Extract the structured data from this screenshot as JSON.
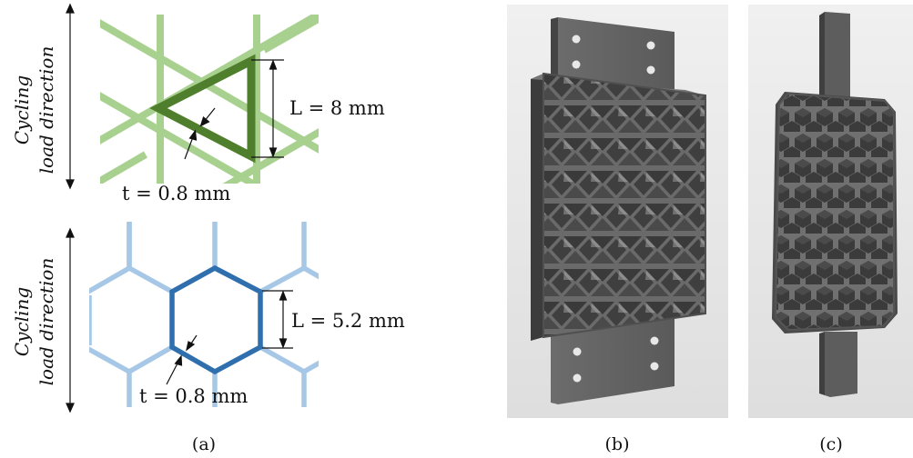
{
  "panel_a": {
    "caption": "(a)",
    "triangle": {
      "load_label_line1": "Cycling",
      "load_label_line2": "load direction",
      "length_label": "L = 8 mm",
      "thickness_label": "t = 0.8 mm",
      "light_color": "#a8d18f",
      "dark_color": "#4f7f2d"
    },
    "hexagon": {
      "load_label_line1": "Cycling",
      "load_label_line2": "load direction",
      "length_label": "L = 5.2 mm",
      "thickness_label": "t = 0.8 mm",
      "light_color": "#a6c8e6",
      "dark_color": "#2f6fad"
    }
  },
  "panel_b": {
    "caption": "(b)",
    "render_color": "#5c5c5c"
  },
  "panel_c": {
    "caption": "(c)",
    "render_color": "#5a5a5a"
  }
}
